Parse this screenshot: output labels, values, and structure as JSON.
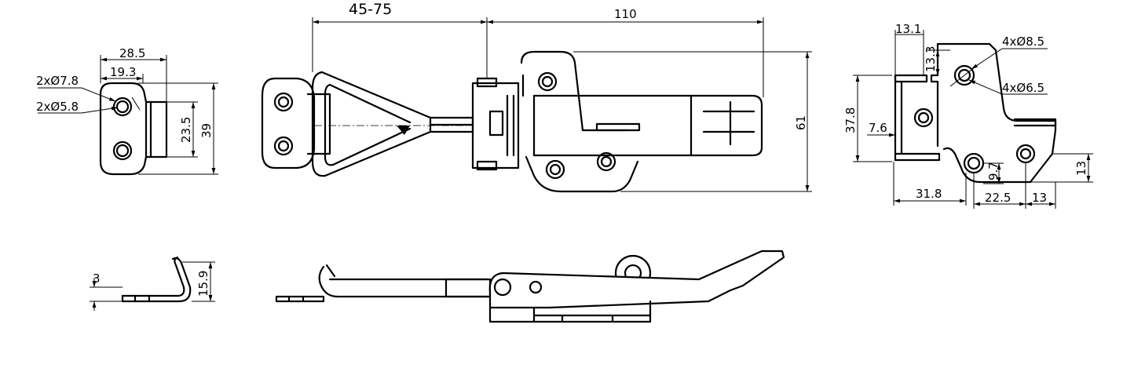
{
  "dims": {
    "hook_top": {
      "d1": "28.5",
      "d2": "19.3",
      "d3": "2xØ7.8",
      "d4": "2xØ5.8",
      "d5": "23.5",
      "d6": "39"
    },
    "latch_top": {
      "d1": "45-75",
      "d2": "110",
      "d3": "61"
    },
    "plate": {
      "d1": "13.1",
      "d2": "13.3",
      "d3": "4xØ8.5",
      "d4": "4xØ6.5",
      "d5": "37.8",
      "d6": "7.6",
      "d7": "31.8",
      "d8": "22.5",
      "d9": "13",
      "d10": "9.7",
      "d11": "13"
    },
    "hook_side": {
      "d1": "3",
      "d2": "15.9"
    }
  }
}
